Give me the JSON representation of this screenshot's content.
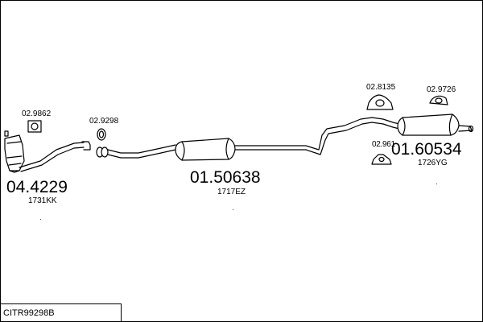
{
  "drawing_code": "CITR99298B",
  "parts": {
    "catalyst": {
      "number": "04.4229",
      "ref": "1731KK"
    },
    "middle_silencer": {
      "number": "01.50638",
      "ref": "1717EZ"
    },
    "rear_silencer": {
      "number": "01.60534",
      "ref": "1726YG"
    }
  },
  "accessories": {
    "gasket_front": "02.9862",
    "ring_front": "02.9298",
    "hanger_left": "02.8135",
    "hanger_right": "02.9726",
    "mount_rear": "02.961"
  }
}
